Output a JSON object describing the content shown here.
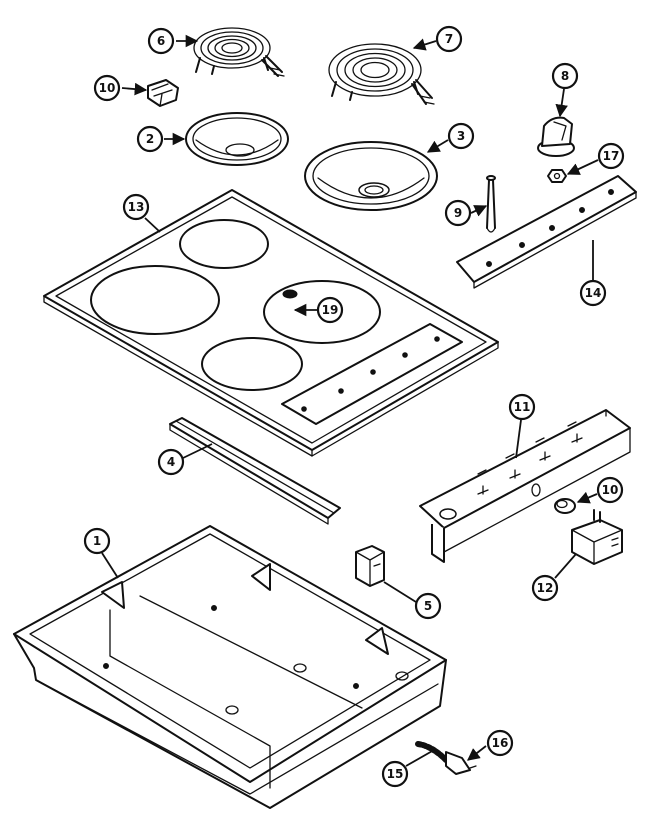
{
  "callouts": [
    "1",
    "2",
    "3",
    "4",
    "5",
    "6",
    "7",
    "8",
    "9",
    "10",
    "10",
    "11",
    "12",
    "13",
    "14",
    "15",
    "16",
    "17",
    "19"
  ]
}
